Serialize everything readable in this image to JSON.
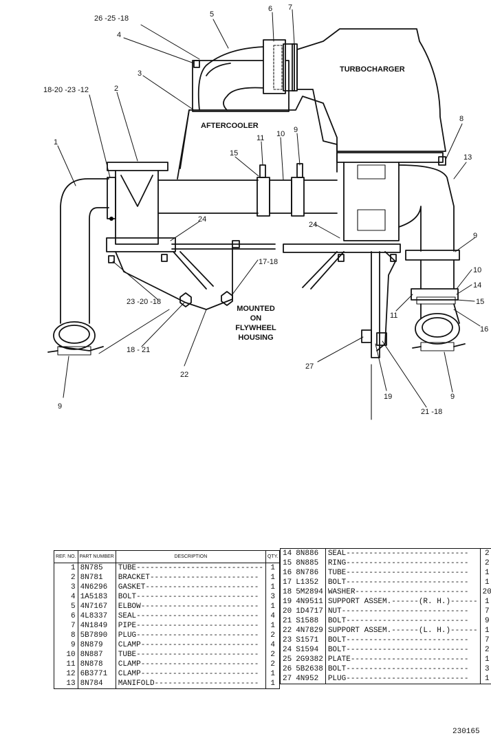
{
  "diagram": {
    "labels": {
      "turbocharger": "TURBOCHARGER",
      "aftercooler": "AFTERCOOLER",
      "mounted_1": "MOUNTED",
      "mounted_2": "ON",
      "mounted_3": "FLYWHEEL",
      "mounted_4": "HOUSING"
    },
    "callouts": {
      "c_26_25_18": "26 -25 -18",
      "c_4": "4",
      "c_5": "5",
      "c_6": "6",
      "c_7": "7",
      "c_3": "3",
      "c_18_20_23_12": "18-20 -23 -12",
      "c_2": "2",
      "c_1": "1",
      "c_8": "8",
      "c_13": "13",
      "c_15a": "15",
      "c_11a": "11",
      "c_10a": "10",
      "c_9a": "9",
      "c_24a": "24",
      "c_24b": "24",
      "c_17_18": "17-18",
      "c_23_20_18": "23 -20 -18",
      "c_18_21": "18 - 21",
      "c_22": "22",
      "c_9b": "9",
      "c_10b": "10",
      "c_14": "14",
      "c_15b": "15",
      "c_11b": "11",
      "c_16": "16",
      "c_9c": "9",
      "c_9d": "9",
      "c_27": "27",
      "c_19": "19",
      "c_21_18": "21 -18"
    }
  },
  "parts_table": {
    "headers": {
      "ref": "REF. NO.",
      "part": "PART NUMBER",
      "desc": "DESCRIPTION",
      "qty": "QTY."
    },
    "left_rows": [
      {
        "ref": "1",
        "part": "8N785",
        "desc": "TUBE----------------------------",
        "qty": "1"
      },
      {
        "ref": "2",
        "part": "8N781",
        "desc": "BRACKET------------------------",
        "qty": "1"
      },
      {
        "ref": "3",
        "part": "4N6296",
        "desc": "GASKET-------------------------",
        "qty": "1"
      },
      {
        "ref": "4",
        "part": "1A5183",
        "desc": "BOLT---------------------------",
        "qty": "3"
      },
      {
        "ref": "5",
        "part": "4N7167",
        "desc": "ELBOW--------------------------",
        "qty": "1"
      },
      {
        "ref": "6",
        "part": "4L8337",
        "desc": "SEAL---------------------------",
        "qty": "4"
      },
      {
        "ref": "7",
        "part": "4N1849",
        "desc": "PIPE---------------------------",
        "qty": "1"
      },
      {
        "ref": "8",
        "part": "5B7890",
        "desc": "PLUG---------------------------",
        "qty": "2"
      },
      {
        "ref": "9",
        "part": "8N879",
        "desc": "CLAMP--------------------------",
        "qty": "4"
      },
      {
        "ref": "10",
        "part": "8N887",
        "desc": "TUBE---------------------------",
        "qty": "2"
      },
      {
        "ref": "11",
        "part": "8N878",
        "desc": "CLAMP--------------------------",
        "qty": "2"
      },
      {
        "ref": "12",
        "part": "6B3771",
        "desc": "CLAMP--------------------------",
        "qty": "1"
      },
      {
        "ref": "13",
        "part": "8N784",
        "desc": "MANIFOLD-----------------------",
        "qty": "1"
      }
    ],
    "right_rows": [
      {
        "ref": "14",
        "part": "8N886",
        "desc": "SEAL---------------------------",
        "qty": "2"
      },
      {
        "ref": "15",
        "part": "8N885",
        "desc": "RING---------------------------",
        "qty": "2"
      },
      {
        "ref": "16",
        "part": "8N786",
        "desc": "TUBE---------------------------",
        "qty": "1"
      },
      {
        "ref": "17",
        "part": "L1352",
        "desc": "BOLT---------------------------",
        "qty": "1"
      },
      {
        "ref": "18",
        "part": "5M2894",
        "desc": "WASHER-------------------------",
        "qty": "20"
      },
      {
        "ref": "19",
        "part": "4N9511",
        "desc": "SUPPORT ASSEM.------(R. H.)------",
        "qty": "1"
      },
      {
        "ref": "20",
        "part": "1D4717",
        "desc": "NUT----------------------------",
        "qty": "7"
      },
      {
        "ref": "21",
        "part": "S1588",
        "desc": "BOLT---------------------------",
        "qty": "9"
      },
      {
        "ref": "22",
        "part": "4N7829",
        "desc": "SUPPORT ASSEM.------(L. H.)------",
        "qty": "1"
      },
      {
        "ref": "23",
        "part": "S1571",
        "desc": "BOLT---------------------------",
        "qty": "7"
      },
      {
        "ref": "24",
        "part": "S1594",
        "desc": "BOLT---------------------------",
        "qty": "2"
      },
      {
        "ref": "25",
        "part": "2G9382",
        "desc": "PLATE--------------------------",
        "qty": "1"
      },
      {
        "ref": "26",
        "part": "5B2638",
        "desc": "BOLT---------------------------",
        "qty": "3"
      },
      {
        "ref": "27",
        "part": "4N952",
        "desc": "PLUG---------------------------",
        "qty": "1"
      }
    ]
  },
  "figure_number": "230165"
}
